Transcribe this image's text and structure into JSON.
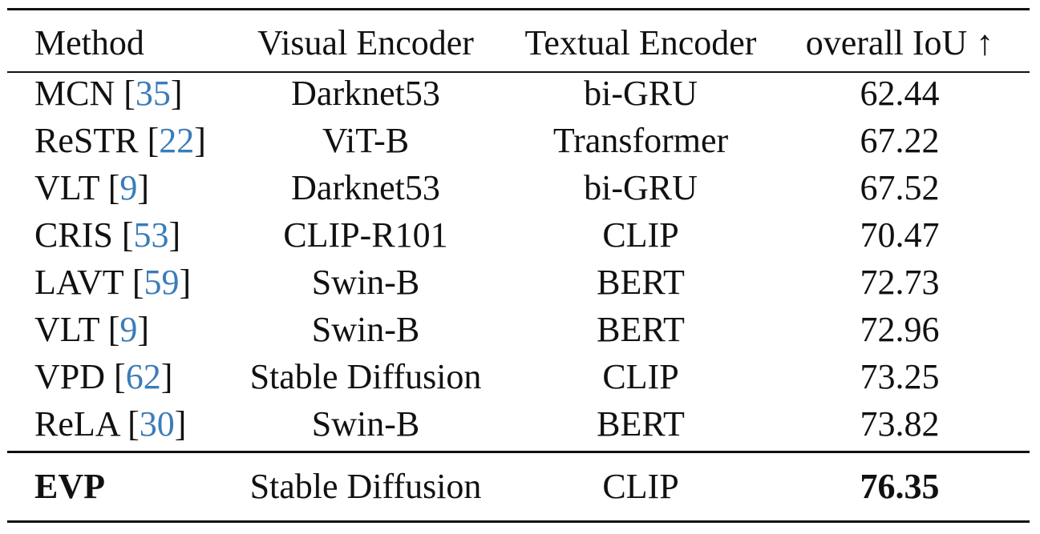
{
  "table": {
    "headers": {
      "method": "Method",
      "visual_encoder": "Visual Encoder",
      "textual_encoder": "Textual Encoder",
      "iou": "overall IoU ↑"
    },
    "rows": [
      {
        "method": "MCN",
        "ref": "35",
        "visual": "Darknet53",
        "textual": "bi-GRU",
        "iou": "62.44"
      },
      {
        "method": "ReSTR",
        "ref": "22",
        "visual": "ViT-B",
        "textual": "Transformer",
        "iou": "67.22"
      },
      {
        "method": "VLT",
        "ref": "9",
        "visual": "Darknet53",
        "textual": "bi-GRU",
        "iou": "67.52"
      },
      {
        "method": "CRIS",
        "ref": "53",
        "visual": "CLIP-R101",
        "textual": "CLIP",
        "iou": "70.47"
      },
      {
        "method": "LAVT",
        "ref": "59",
        "visual": "Swin-B",
        "textual": "BERT",
        "iou": "72.73"
      },
      {
        "method": "VLT",
        "ref": "9",
        "visual": "Swin-B",
        "textual": "BERT",
        "iou": "72.96"
      },
      {
        "method": "VPD",
        "ref": "62",
        "visual": "Stable Diffusion",
        "textual": "CLIP",
        "iou": "73.25"
      },
      {
        "method": "ReLA",
        "ref": "30",
        "visual": "Swin-B",
        "textual": "BERT",
        "iou": "73.82"
      }
    ],
    "final": {
      "method": "EVP",
      "visual": "Stable Diffusion",
      "textual": "CLIP",
      "iou": "76.35"
    },
    "citation_color": "#3a7cb8"
  }
}
